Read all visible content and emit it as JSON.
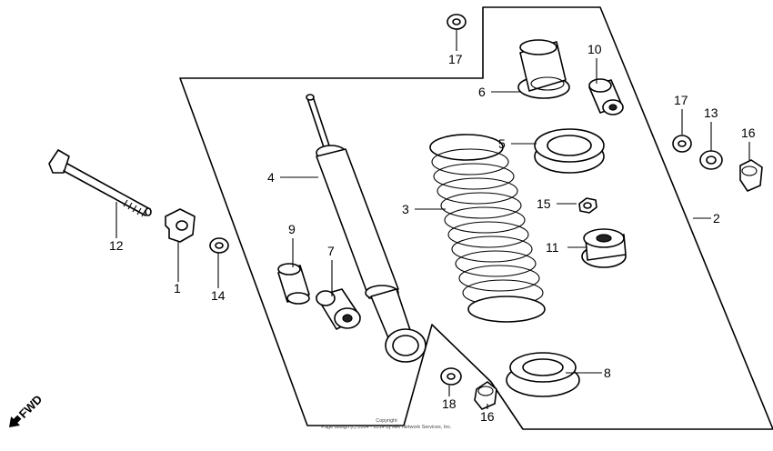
{
  "callouts": [
    {
      "id": "c1",
      "text": "1"
    },
    {
      "id": "c2",
      "text": "2"
    },
    {
      "id": "c3",
      "text": "3"
    },
    {
      "id": "c4",
      "text": "4"
    },
    {
      "id": "c5",
      "text": "5"
    },
    {
      "id": "c6",
      "text": "6"
    },
    {
      "id": "c7",
      "text": "7"
    },
    {
      "id": "c8",
      "text": "8"
    },
    {
      "id": "c9",
      "text": "9"
    },
    {
      "id": "c10",
      "text": "10"
    },
    {
      "id": "c11",
      "text": "11"
    },
    {
      "id": "c12",
      "text": "12"
    },
    {
      "id": "c13",
      "text": "13"
    },
    {
      "id": "c14",
      "text": "14"
    },
    {
      "id": "c15",
      "text": "15"
    },
    {
      "id": "c16a",
      "text": "16"
    },
    {
      "id": "c16b",
      "text": "16"
    },
    {
      "id": "c17a",
      "text": "17"
    },
    {
      "id": "c17b",
      "text": "17"
    },
    {
      "id": "c18",
      "text": "18"
    }
  ],
  "fwd_label": "FWD",
  "copyright": {
    "line1": "Copyright",
    "line2": "Page design (c) 2004 - 2014 by ARI Network Services, Inc."
  }
}
